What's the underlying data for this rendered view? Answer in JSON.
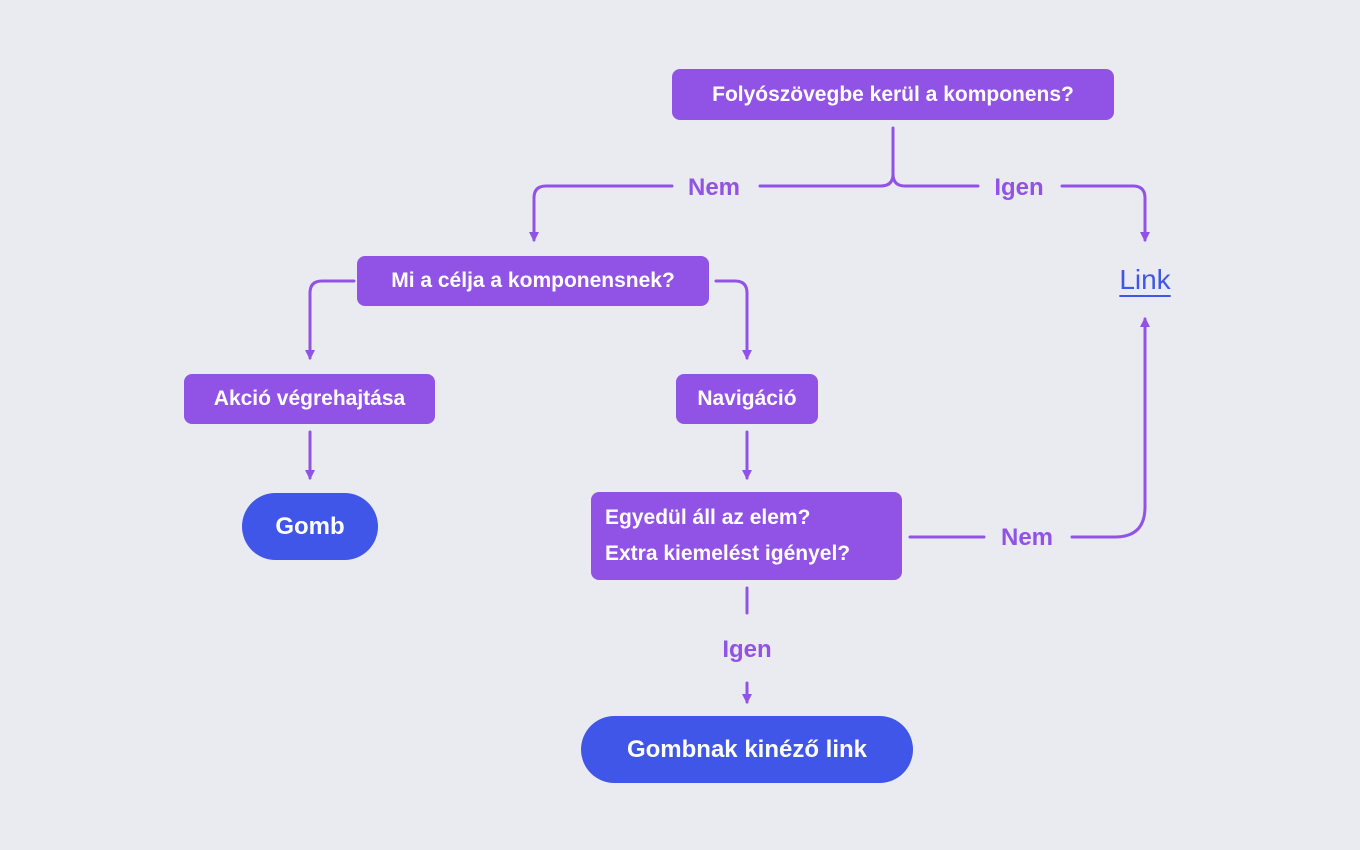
{
  "colors": {
    "background": "#e9ebf0",
    "decision": "#9153e6",
    "outcome": "#3f56e8",
    "connector": "#9153e6",
    "link": "#3f56e8"
  },
  "nodes": {
    "q_inline": "Folyószövegbe kerül a komponens?",
    "q_purpose": "Mi a célja a komponensnek?",
    "action": "Akció végrehajtása",
    "navigation": "Navigáció",
    "q_standalone_line1": "Egyedül áll az elem?",
    "q_standalone_line2": "Extra kiemelést igényel?",
    "out_button": "Gomb",
    "out_link": "Link",
    "out_button_link": "Gombnak kinéző link"
  },
  "edges": {
    "inline_no": "Nem",
    "inline_yes": "Igen",
    "standalone_no": "Nem",
    "standalone_yes": "Igen"
  }
}
